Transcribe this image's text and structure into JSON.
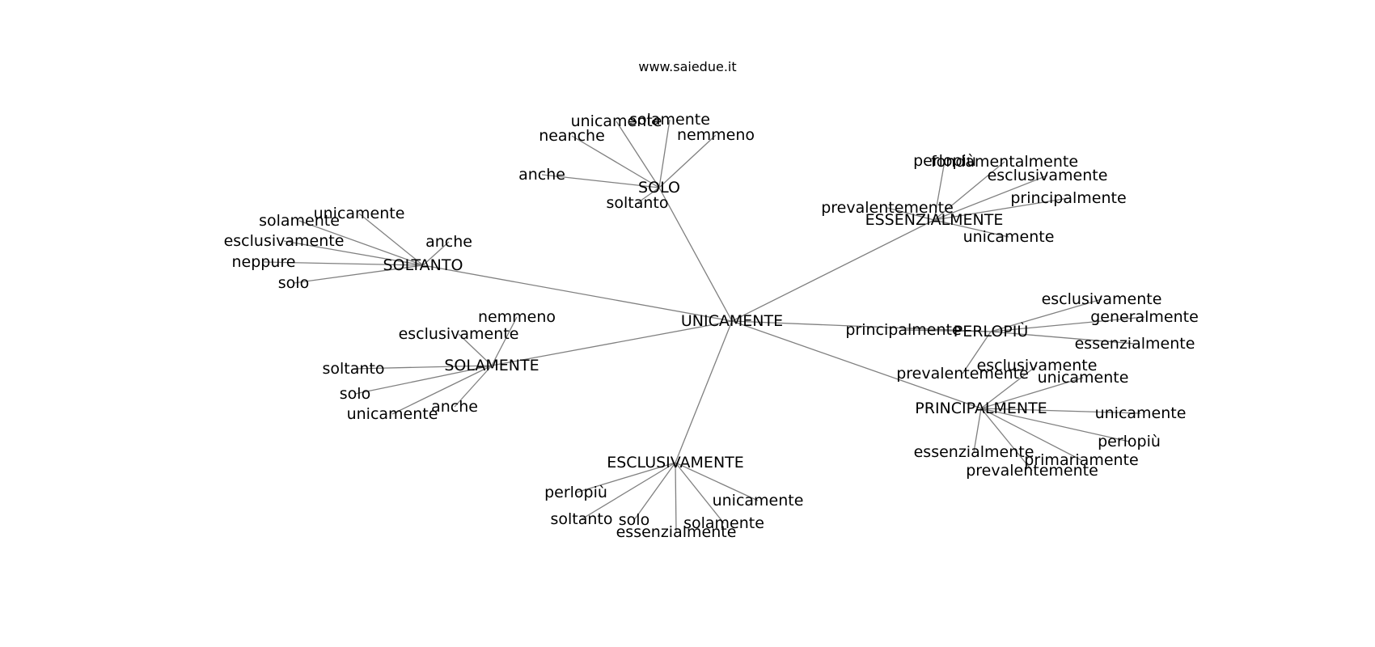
{
  "site": "www.saiedue.it",
  "root": "UNICAMENTE",
  "groups": [
    {
      "label": "SOLO",
      "leaves": [
        "unicamente",
        "solamente",
        "neanche",
        "nemmeno",
        "anche",
        "soltanto"
      ]
    },
    {
      "label": "ESSENZIALMENTE",
      "leaves": [
        "perlopiù",
        "fondamentalmente",
        "esclusivamente",
        "principalmente",
        "prevalentemente",
        "unicamente"
      ]
    },
    {
      "label": "SOLTANTO",
      "leaves": [
        "solamente",
        "unicamente",
        "anche",
        "esclusivamente",
        "neppure",
        "solo"
      ]
    },
    {
      "label": "PERLOPIÙ",
      "leaves": [
        "esclusivamente",
        "generalmente",
        "essenzialmente",
        "prevalentemente",
        "principalmente"
      ]
    },
    {
      "label": "SOLAMENTE",
      "leaves": [
        "nemmeno",
        "esclusivamente",
        "soltanto",
        "solo",
        "unicamente",
        "anche"
      ]
    },
    {
      "label": "PRINCIPALMENTE",
      "leaves": [
        "esclusivamente",
        "unicamente",
        "unicamente",
        "perlopiù",
        "essenzialmente",
        "primariamente",
        "prevalentemente"
      ]
    },
    {
      "label": "ESCLUSIVAMENTE",
      "leaves": [
        "perlopiù",
        "soltanto",
        "solo",
        "essenzialmente",
        "solamente",
        "unicamente"
      ]
    }
  ]
}
